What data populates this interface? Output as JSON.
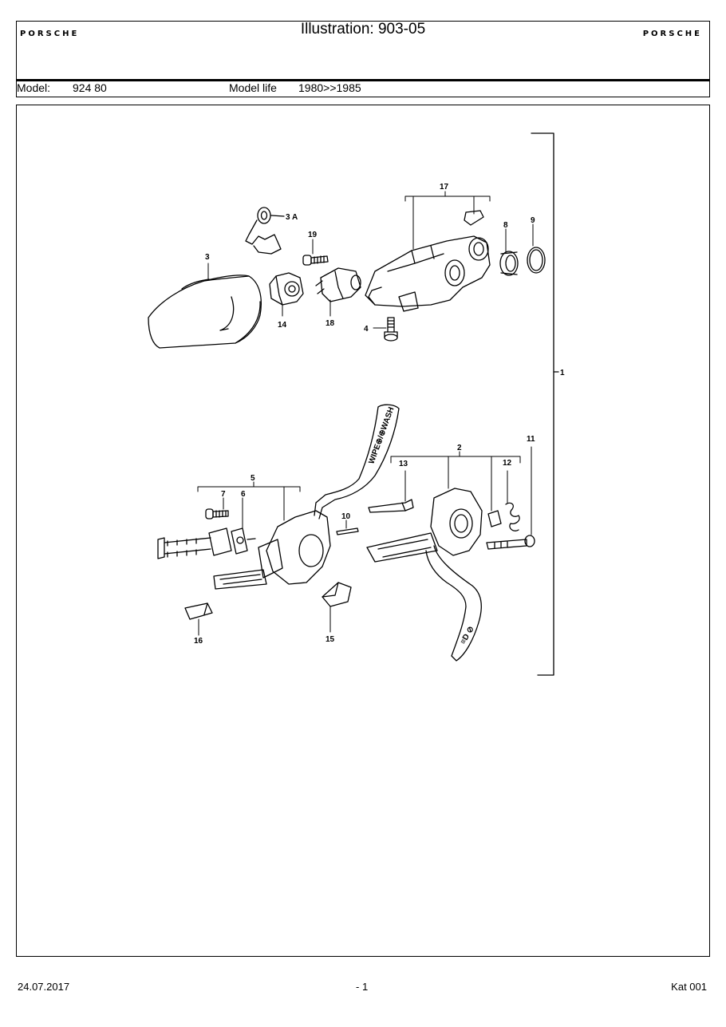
{
  "header": {
    "brand_left": "PORSCHE",
    "brand_right": "PORSCHE",
    "title": "Illustration: 903-05"
  },
  "model_row": {
    "model_label": "Model:",
    "model_value": "924 80",
    "life_label": "Model life",
    "life_value": "1980>>1985"
  },
  "callouts": {
    "c1": "1",
    "c2": "2",
    "c3": "3",
    "c3a": "3 A",
    "c4": "4",
    "c5": "5",
    "c6": "6",
    "c7": "7",
    "c8": "8",
    "c9": "9",
    "c10": "10",
    "c11": "11",
    "c12": "12",
    "c13": "13",
    "c14": "14",
    "c15": "15",
    "c16": "16",
    "c17": "17",
    "c18": "18",
    "c19": "19"
  },
  "lever_text": {
    "wiper": "WIPE⊕/⊕WASH",
    "indicator": "≡D ⊘"
  },
  "footer": {
    "date": "24.07.2017",
    "page": "- 1",
    "catalog": "Kat 001"
  }
}
